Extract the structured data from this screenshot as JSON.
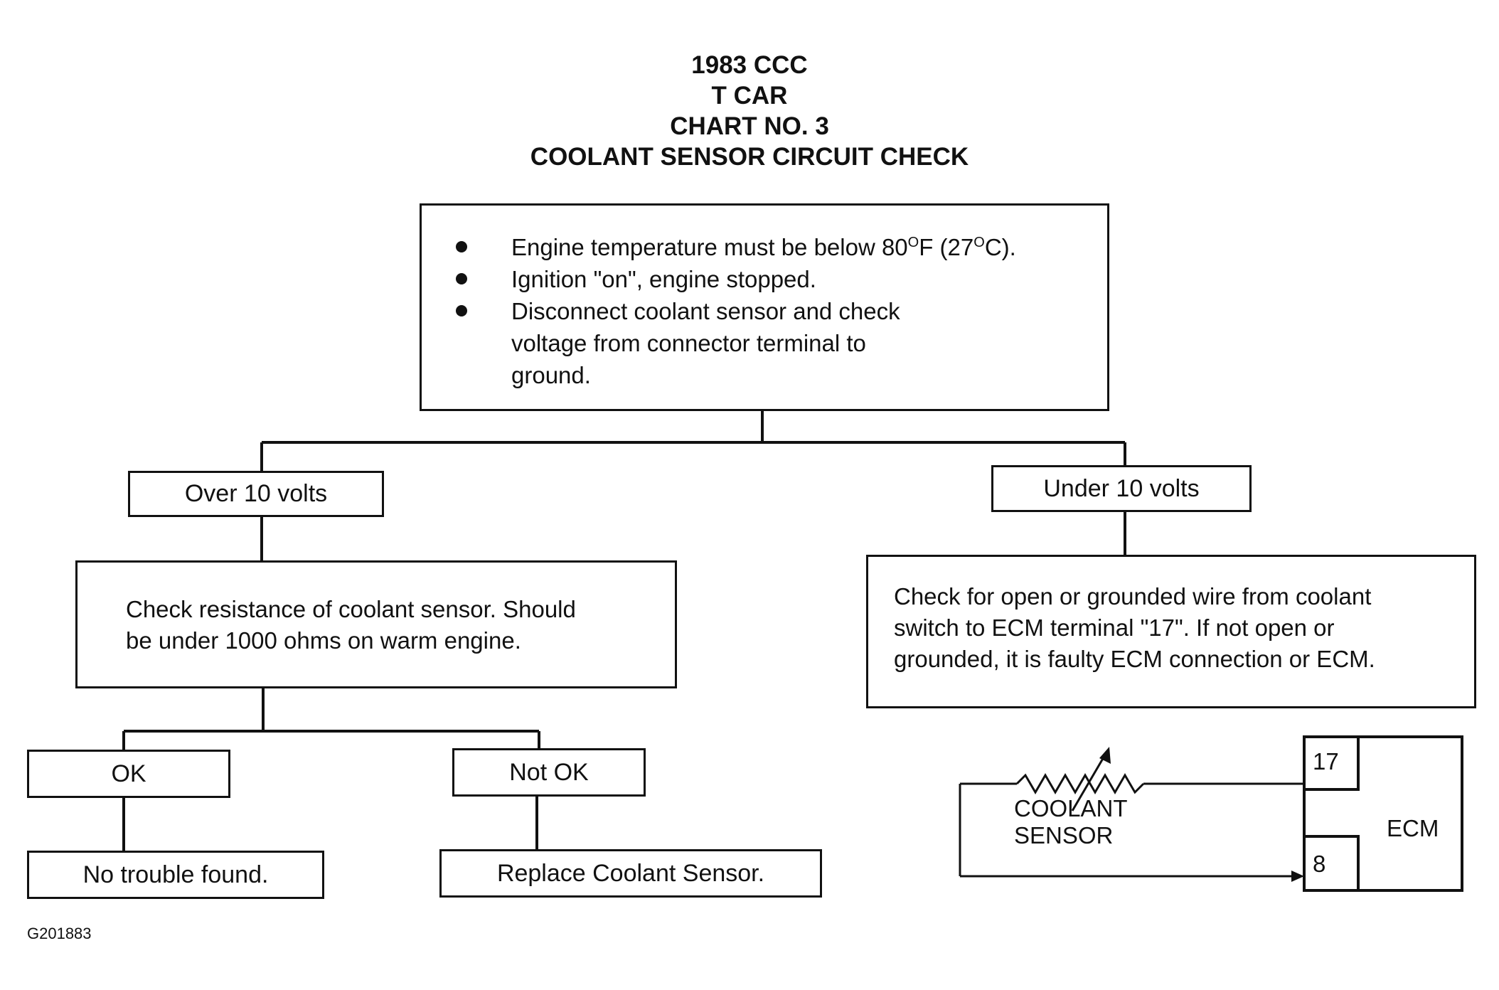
{
  "title": {
    "line1": "1983 CCC",
    "line2": "T CAR",
    "line3": "CHART NO. 3",
    "line4": "COOLANT SENSOR CIRCUIT CHECK"
  },
  "start_box": {
    "bullet1_pre": "Engine temperature must be below 80",
    "bullet1_sup1": "O",
    "bullet1_mid": "F (27",
    "bullet1_sup2": "O",
    "bullet1_post": "C).",
    "bullet2": "Ignition \"on\", engine stopped.",
    "bullet3_line1": "Disconnect coolant sensor and check",
    "bullet3_line2": "voltage from connector terminal to",
    "bullet3_line3": "ground."
  },
  "branch_left": {
    "label": "Over 10 volts"
  },
  "branch_right": {
    "label": "Under 10 volts"
  },
  "resistance_box": {
    "line1": "Check resistance of coolant sensor. Should",
    "line2": "be under 1000 ohms on warm engine."
  },
  "wire_box": {
    "line1": "Check for open or grounded wire from coolant",
    "line2": "switch to ECM terminal \"17\". If not open or",
    "line3": "grounded, it is faulty ECM connection or ECM."
  },
  "ok": {
    "label": "OK",
    "result": "No trouble found."
  },
  "not_ok": {
    "label": "Not OK",
    "result": "Replace Coolant Sensor."
  },
  "schematic": {
    "sensor_line1": "COOLANT",
    "sensor_line2": "SENSOR",
    "terminal_top": "17",
    "terminal_bottom": "8",
    "ecm": "ECM"
  },
  "figure_id": "G201883"
}
